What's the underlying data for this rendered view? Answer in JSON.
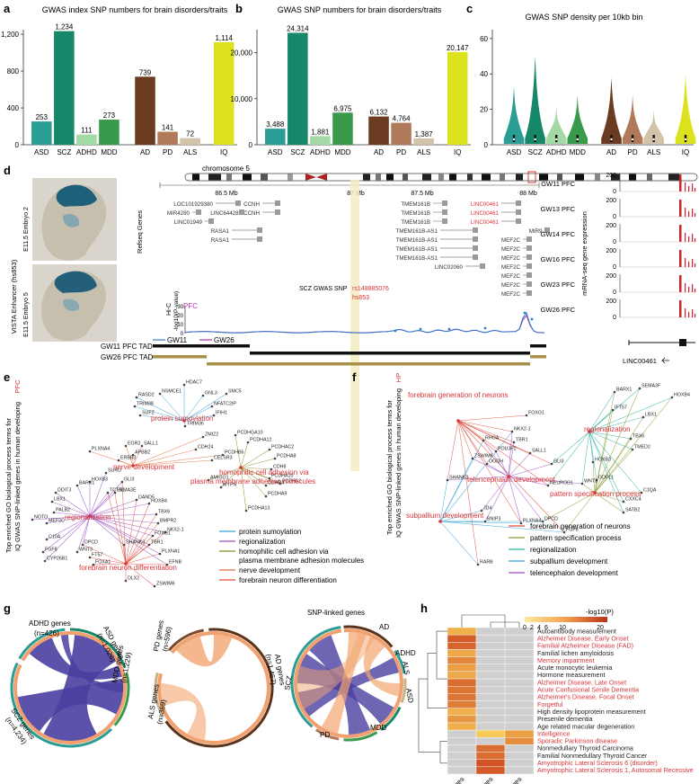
{
  "panels": {
    "a": {
      "label": "a",
      "title": "GWAS index SNP numbers for brain disorders/traits"
    },
    "b": {
      "label": "b",
      "title": "GWAS SNP numbers for brain disorders/traits"
    },
    "c": {
      "label": "c",
      "title": "GWAS SNP density per 10kb bin"
    },
    "d": {
      "label": "d"
    },
    "e": {
      "label": "e"
    },
    "f": {
      "label": "f"
    },
    "g": {
      "label": "g"
    },
    "h": {
      "label": "h"
    }
  },
  "colors": {
    "ASD": "#2a9d94",
    "SCZ": "#17876a",
    "ADHD": "#a3d9a5",
    "MDD": "#3a9a4c",
    "AD": "#6b3b21",
    "PD": "#b07a5a",
    "ALS": "#d1c2a8",
    "IQ": "#dce31e"
  },
  "chart_data": [
    {
      "type": "bar",
      "title": "GWAS index SNP numbers for brain disorders/traits",
      "categories": [
        "ASD",
        "SCZ",
        "ADHD",
        "MDD",
        "AD",
        "PD",
        "ALS",
        "IQ"
      ],
      "values": [
        253,
        1234,
        111,
        273,
        739,
        141,
        72,
        1114
      ],
      "value_labels": [
        "253",
        "1,234",
        "111",
        "273",
        "739",
        "141",
        "72",
        "1,114"
      ],
      "yticks": [
        "0",
        "400",
        "800",
        "1,200"
      ],
      "ylim": [
        0,
        1250
      ]
    },
    {
      "type": "bar",
      "title": "GWAS SNP numbers for brain disorders/traits",
      "categories": [
        "ASD",
        "SCZ",
        "ADHD",
        "MDD",
        "AD",
        "PD",
        "ALS",
        "IQ"
      ],
      "values": [
        3488,
        24314,
        1881,
        6975,
        6132,
        4764,
        1387,
        20147
      ],
      "value_labels": [
        "3,488",
        "24,314",
        "1,881",
        "6,975",
        "6,132",
        "4,764",
        "1,387",
        "20,147"
      ],
      "yticks": [
        "0",
        "10,000",
        "20,000"
      ],
      "ylim": [
        0,
        25000
      ]
    },
    {
      "type": "violin",
      "title": "GWAS SNP density per 10kb bin",
      "categories": [
        "ASD",
        "SCZ",
        "ADHD",
        "MDD",
        "AD",
        "PD",
        "ALS",
        "IQ"
      ],
      "maxima": [
        33,
        50,
        22,
        28,
        38,
        28,
        20,
        40
      ],
      "yticks": [
        "0",
        "20",
        "40",
        "60"
      ],
      "ylim": [
        0,
        65
      ]
    }
  ],
  "panel_d": {
    "vista_label": "VISTA Enhancer (hs853)",
    "embryo_labels": [
      "E11.5 Embryo 2",
      "E11.5 Embryo 5"
    ],
    "chromosome": "chromosome 5",
    "scale": [
      "86.5 Mb",
      "87 Mb",
      "87.5 Mb",
      "88 Mb"
    ],
    "refseq_label": "Refseq Genes",
    "genes_left": [
      "LOC101929380",
      "MIR4280",
      "LINC01949",
      "LINC644285",
      "CCNH",
      "CCNH",
      "RASA1",
      "RASA1"
    ],
    "genes_right": [
      "TMEM161B",
      "TMEM161B",
      "TMEM161B",
      "TMEM161B-AS1",
      "TMEM161B-AS1",
      "TMEM161B-AS1",
      "TMEM161B-AS1",
      "LINC02060"
    ],
    "genes_far": [
      "LINC00461",
      "LINC00461",
      "LINC00461",
      "MIR9-2",
      "MEF2C",
      "MEF2C",
      "MEF2C",
      "MEF2C",
      "MEF2C",
      "MEF2C",
      "MEF2C"
    ],
    "snp_label": "SCZ GWAS SNP",
    "snp_id": "rs148885076",
    "hs_id": "hs853",
    "hic_label": "Hi-C",
    "hic_ylabel": "-log10(P-value)",
    "hic_region": "PFC",
    "hic_yticks": [
      "0",
      "10",
      "20",
      "30"
    ],
    "legend": [
      "GW11",
      "GW26"
    ],
    "tad_labels": [
      "GW11 PFC TAD",
      "GW26 PFC TAD"
    ],
    "rna_ylabel": "mRNA-seq gene expression",
    "rna_tracks": [
      "GW11 PFC",
      "GW13 PFC",
      "GW14 PFC",
      "GW16 PFC",
      "GW23 PFC",
      "GW26 PFC"
    ],
    "rna_ticks": [
      "200",
      "0"
    ],
    "rna_gene": "LINC00461"
  },
  "panel_e": {
    "ylabel_main": "Top enriched GO biological process terms for",
    "ylabel_sub": "IQ GWAS SNP-linked genes in human developing",
    "ylabel_region": "PFC",
    "terms": [
      "protein sumoylation",
      "regionalization",
      "homophilic cell adhesion via",
      "plasma membrane adhesion molecules",
      "nerve development",
      "forebrain neuron differentiation"
    ],
    "hub_labels": [
      "protein sumoylation",
      "nerve development",
      "homophilic cell adhesion via",
      "plasma membrane adhesion molecules",
      "regionalization",
      "forebrain neuron differentiation"
    ],
    "genes": [
      "HDAC7",
      "RASD2",
      "NSMCE1",
      "GNL3",
      "SMC5",
      "TRIM38",
      "NFATC2IP",
      "IFIH1",
      "SUFZ",
      "TRIM36",
      "PLXNA4",
      "EGR2",
      "SALL1",
      "APBB2",
      "ERBB3",
      "ZMIZ2",
      "CDH24",
      "CELSR3",
      "PCDHB6",
      "PCDHGA10",
      "PCDHA12",
      "PCDHAC2",
      "CDHR4",
      "PCDHA8",
      "CDH8",
      "PCDHA10",
      "PCDH12",
      "PCDHA9",
      "PCDHA13",
      "AMIGO1",
      "MYPN",
      "HOXB3",
      "BARX1",
      "SURU",
      "DDIT3",
      "LBX1",
      "PALB2",
      "MEF2C",
      "NOTO",
      "C10A",
      "FGF8",
      "CYP26B1",
      "WNT3",
      "TCTN1",
      "SEMA3E",
      "GLI3",
      "DAND5",
      "HOXB4",
      "TBX6",
      "BMPR2",
      "NKX2-1",
      "FOXG1",
      "TBR1",
      "SHANK3",
      "PLXNA1",
      "EFNB",
      "DPCD",
      "FT57",
      "FOXA1",
      "DLX2",
      "ZSWIM6"
    ]
  },
  "panel_f": {
    "ylabel_main": "Top enriched GO biological process terms for",
    "ylabel_sub": "IQ GWAS SNP-linked genes in human developing",
    "ylabel_region": "HP",
    "terms": [
      "forebrain generation of neurons",
      "pattern specification process",
      "regionalization",
      "subpallium development",
      "telencephalon development"
    ],
    "hub_labels": [
      "forebrain generation of neurons",
      "regionalization",
      "telencephalon development",
      "subpallium development",
      "pattern specification process"
    ],
    "genes": [
      "BARX1",
      "SEMA3F",
      "HOXB4",
      "IFT57",
      "LBX1",
      "TBX6",
      "TMED2",
      "FOXG1",
      "NKX2-1",
      "TBR1",
      "RHOA",
      "SALL1",
      "POU3F2",
      "ZSWIM6",
      "OGDH",
      "SHANK3",
      "GLI3",
      "HOXB3",
      "GDF11",
      "WNT3",
      "NEUROD1",
      "C1QA",
      "CXXC4",
      "SATB2",
      "JD4",
      "BNIP3",
      "PLXNA4",
      "DPCD",
      "FGF8",
      "RARB"
    ]
  },
  "panel_g": {
    "left_groups": [
      "ADHD genes",
      "(n=426)",
      "ASD genes",
      "(n=1,026)",
      "MDD genes",
      "(n=1,229)",
      "SCZ genes",
      "(n=4,234)"
    ],
    "mid_groups": [
      "PD genes",
      "(n=596)",
      "ALS genes",
      "(n=369)",
      "AD genes",
      "(n=1,467)"
    ],
    "right_title": "SNP-linked genes",
    "right_groups": [
      "AD",
      "ADHD",
      "ALS",
      "ASD",
      "MDD",
      "PD",
      "SCZ"
    ]
  },
  "panel_h": {
    "legend_title": "-log10(P)",
    "legend_ticks": [
      "0",
      "2",
      "4",
      "6",
      "10",
      "20"
    ],
    "columns": [
      "AD genes",
      "ALS genes",
      "PD genes"
    ],
    "rows": [
      {
        "label": "Autoantibody measurement",
        "red": false
      },
      {
        "label": "Alzheimer Disease, Early Onset",
        "red": true
      },
      {
        "label": "Familial Alzheimer Disease (FAD)",
        "red": true
      },
      {
        "label": "Familial lichen amyloidosis",
        "red": false
      },
      {
        "label": "Memory impairment",
        "red": true
      },
      {
        "label": "Acute monocytic leukemia",
        "red": false
      },
      {
        "label": "Hormone measurement",
        "red": false
      },
      {
        "label": "Alzheimer Disease, Late Onset",
        "red": true
      },
      {
        "label": "Acute Confusional Senile Dementia",
        "red": true
      },
      {
        "label": "Alzheimer's Disease, Focal Onset",
        "red": true
      },
      {
        "label": "Forgetful",
        "red": true
      },
      {
        "label": "High density lipoprotein measurement",
        "red": false
      },
      {
        "label": "Presenile dementia",
        "red": false
      },
      {
        "label": "Age related macular degeneration",
        "red": false
      },
      {
        "label": "Intelligence",
        "red": true
      },
      {
        "label": "Sporadic Parkinson disease",
        "red": true
      },
      {
        "label": "Nonmedullary Thyroid Carcinoma",
        "red": false
      },
      {
        "label": "Familial Nonmedullary Thyroid Cancer",
        "red": false
      },
      {
        "label": "Amyotrophic Lateral Sclerosis 6 (disorder)",
        "red": true
      },
      {
        "label": "Amyotrophic Lateral Sclerosis 1, Autosomal Recessive",
        "red": true
      }
    ]
  }
}
